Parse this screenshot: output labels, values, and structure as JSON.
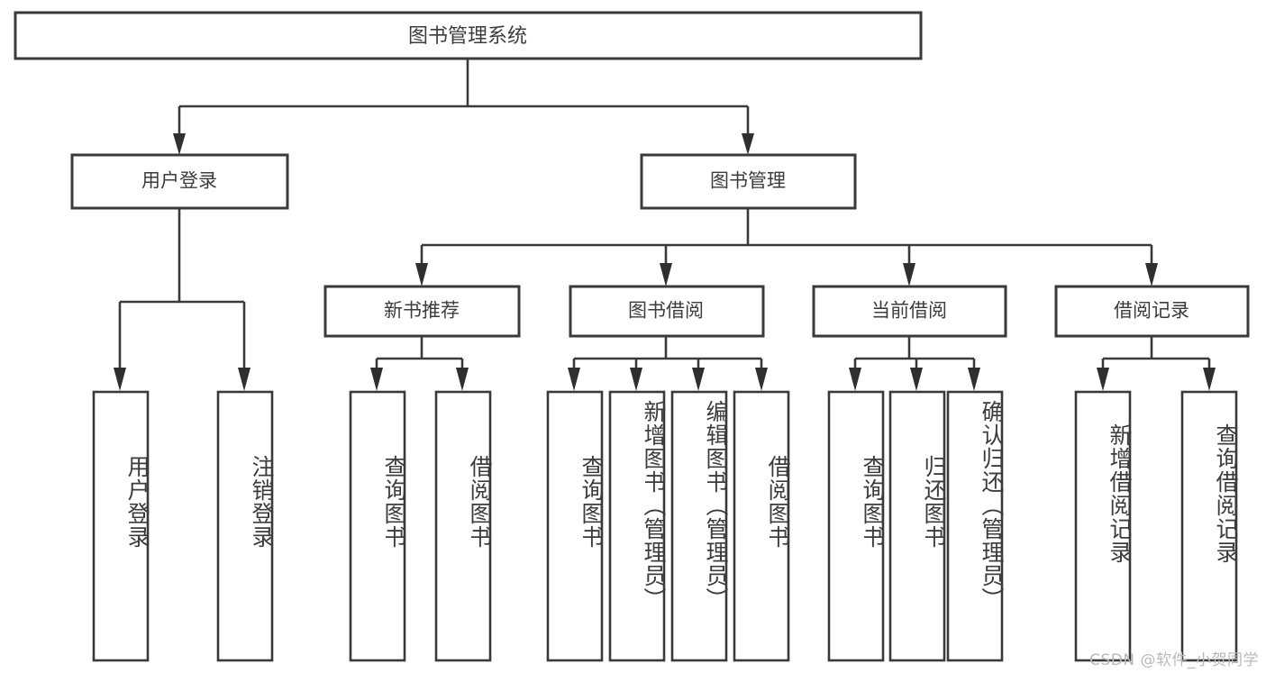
{
  "diagram": {
    "title": "图书管理系统",
    "type": "hierarchy-tree",
    "root": {
      "label": "图书管理系统",
      "children": [
        {
          "label": "用户登录",
          "children": [
            {
              "label": "用户登录"
            },
            {
              "label": "注销登录"
            }
          ]
        },
        {
          "label": "图书管理",
          "children": [
            {
              "label": "新书推荐",
              "children": [
                {
                  "label": "查询图书"
                },
                {
                  "label": "借阅图书"
                }
              ]
            },
            {
              "label": "图书借阅",
              "children": [
                {
                  "label": "查询图书"
                },
                {
                  "label": "新增图书（管理员）"
                },
                {
                  "label": "编辑图书（管理员）"
                },
                {
                  "label": "借阅图书"
                }
              ]
            },
            {
              "label": "当前借阅",
              "children": [
                {
                  "label": "查询图书"
                },
                {
                  "label": "归还图书"
                },
                {
                  "label": "确认归还（管理员）"
                }
              ]
            },
            {
              "label": "借阅记录",
              "children": [
                {
                  "label": "新增借阅记录"
                },
                {
                  "label": "查询借阅记录"
                }
              ]
            }
          ]
        }
      ]
    },
    "nodes": {
      "root": "图书管理系统",
      "l2_user_login": "用户登录",
      "l2_book_mgmt": "图书管理",
      "l3_new_book_rec": "新书推荐",
      "l3_book_borrow": "图书借阅",
      "l3_current_borrow": "当前借阅",
      "l3_borrow_record": "借阅记录",
      "leaf_user_login": "用户登录",
      "leaf_logout": "注销登录",
      "leaf_rec_query_book": "查询图书",
      "leaf_rec_borrow_book": "借阅图书",
      "leaf_bb_query_book": "查询图书",
      "leaf_bb_add_book": "新增图书（管理员）",
      "leaf_bb_edit_book": "编辑图书（管理员）",
      "leaf_bb_borrow_book": "借阅图书",
      "leaf_cb_query_book": "查询图书",
      "leaf_cb_return_book": "归还图书",
      "leaf_cb_confirm_return": "确认归还（管理员）",
      "leaf_br_add_record": "新增借阅记录",
      "leaf_br_query_record": "查询借阅记录"
    },
    "colors": {
      "stroke": "#3a3a3a",
      "fill": "#ffffff",
      "text": "#3c3c3c",
      "arrow": "#2f2f2f",
      "watermark": "#b9b9b9"
    }
  },
  "watermark": {
    "text": "CSDN @软件_小贺同学"
  }
}
